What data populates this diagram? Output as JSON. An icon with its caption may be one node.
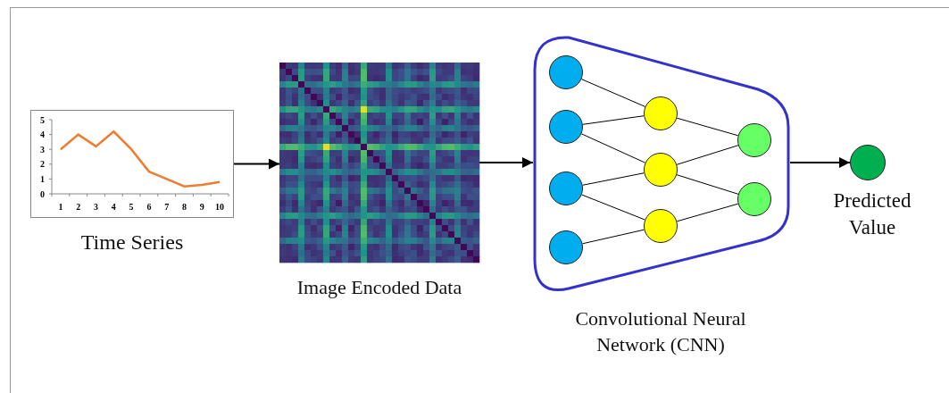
{
  "diagram": {
    "nodes": [
      {
        "text": [],
        "shape": "picture",
        "beside": [
          "Time Series"
        ]
      },
      {
        "text": [],
        "shape": "picture",
        "beside": [
          "Image Encoded Data"
        ]
      },
      {
        "text": [],
        "shape": "trapezoid",
        "beside": [
          "Convolutional Neural Network (CNN)"
        ]
      },
      {
        "text": [],
        "shape": "circle",
        "in": 2
      },
      {
        "text": [],
        "shape": "circle",
        "in": 2
      },
      {
        "text": [],
        "shape": "circle",
        "in": 2
      },
      {
        "text": [],
        "shape": "circle",
        "in": 2
      },
      {
        "text": [],
        "shape": "circle",
        "in": 2
      },
      {
        "text": [],
        "shape": "circle",
        "in": 2
      },
      {
        "text": [],
        "shape": "circle",
        "in": 2
      },
      {
        "text": [],
        "shape": "circle",
        "in": 2
      },
      {
        "text": [],
        "shape": "circle",
        "in": 2
      },
      {
        "text": [],
        "shape": "circle",
        "beside": [
          "Predicted Value"
        ]
      }
    ],
    "edges": [
      {
        "from": 0,
        "to": 1,
        "arrow": "to"
      },
      {
        "from": 1,
        "to": 2,
        "arrow": "to"
      },
      {
        "from": 2,
        "to": 12,
        "arrow": "to"
      },
      {
        "from": 3,
        "to": 7,
        "arrow": "none"
      },
      {
        "from": 4,
        "to": 7,
        "arrow": "none"
      },
      {
        "from": 4,
        "to": 8,
        "arrow": "none"
      },
      {
        "from": 5,
        "to": 8,
        "arrow": "none"
      },
      {
        "from": 5,
        "to": 9,
        "arrow": "none"
      },
      {
        "from": 6,
        "to": 9,
        "arrow": "none"
      },
      {
        "from": 7,
        "to": 10,
        "arrow": "none"
      },
      {
        "from": 8,
        "to": 10,
        "arrow": "none"
      },
      {
        "from": 8,
        "to": 11,
        "arrow": "none"
      },
      {
        "from": 9,
        "to": 11,
        "arrow": "none"
      }
    ],
    "chart_data": {
      "type": "line",
      "categories": [
        "1",
        "2",
        "3",
        "4",
        "5",
        "6",
        "7",
        "8",
        "9",
        "10"
      ],
      "series": [
        {
          "color": "#ed7d31",
          "values": [
            3,
            4,
            3.2,
            4.2,
            3,
            1.5,
            1,
            0.5,
            0.6,
            0.8
          ]
        }
      ],
      "ylim": [
        0,
        5
      ],
      "yticks": [
        0,
        1,
        2,
        3,
        4,
        5
      ]
    }
  }
}
